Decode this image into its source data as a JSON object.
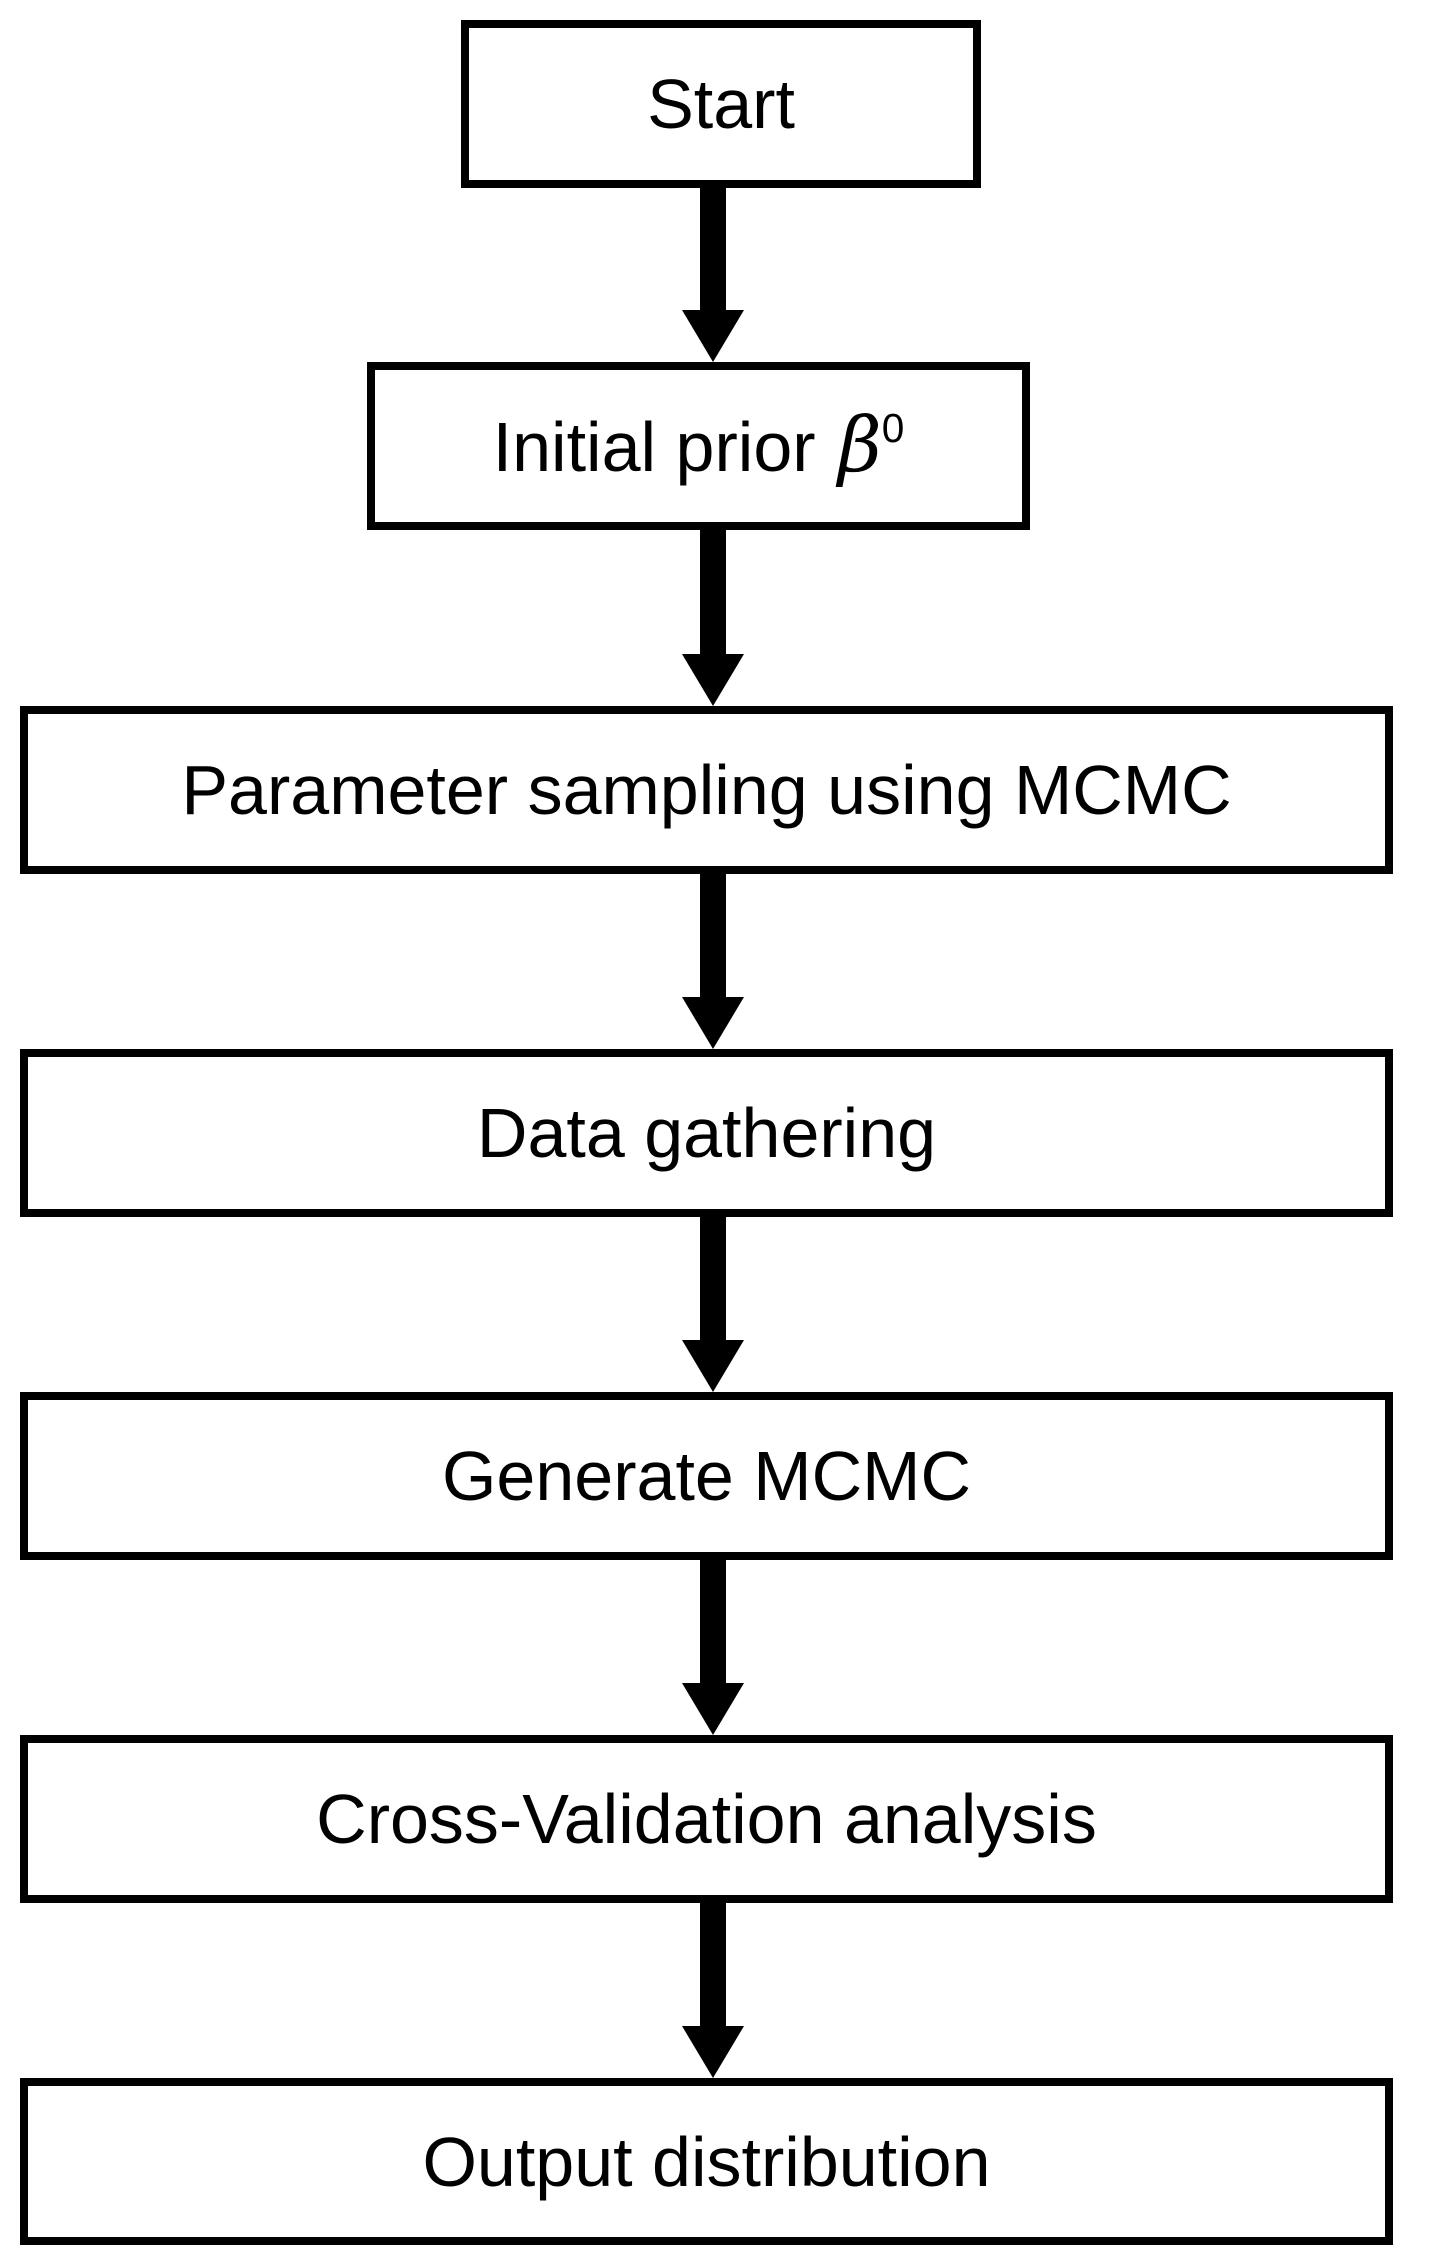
{
  "colors": {
    "background": "#ffffff",
    "box_border": "#000000",
    "text": "#000000",
    "arrow": "#000000"
  },
  "flowchart": {
    "type": "flowchart",
    "direction": "top-down",
    "nodes": [
      {
        "id": "start",
        "label": "Start"
      },
      {
        "id": "initial-prior",
        "label_prefix": "Initial prior",
        "symbol": "β",
        "superscript": "0"
      },
      {
        "id": "parameter-sampling",
        "label": "Parameter sampling using MCMC"
      },
      {
        "id": "data-gathering",
        "label": "Data gathering"
      },
      {
        "id": "generate-mcmc",
        "label": "Generate MCMC"
      },
      {
        "id": "cross-validation",
        "label": "Cross-Validation analysis"
      },
      {
        "id": "output-distribution",
        "label": "Output distribution"
      }
    ],
    "edges": [
      {
        "from": "start",
        "to": "initial-prior"
      },
      {
        "from": "initial-prior",
        "to": "parameter-sampling"
      },
      {
        "from": "parameter-sampling",
        "to": "data-gathering"
      },
      {
        "from": "data-gathering",
        "to": "generate-mcmc"
      },
      {
        "from": "generate-mcmc",
        "to": "cross-validation"
      },
      {
        "from": "cross-validation",
        "to": "output-distribution"
      }
    ]
  }
}
